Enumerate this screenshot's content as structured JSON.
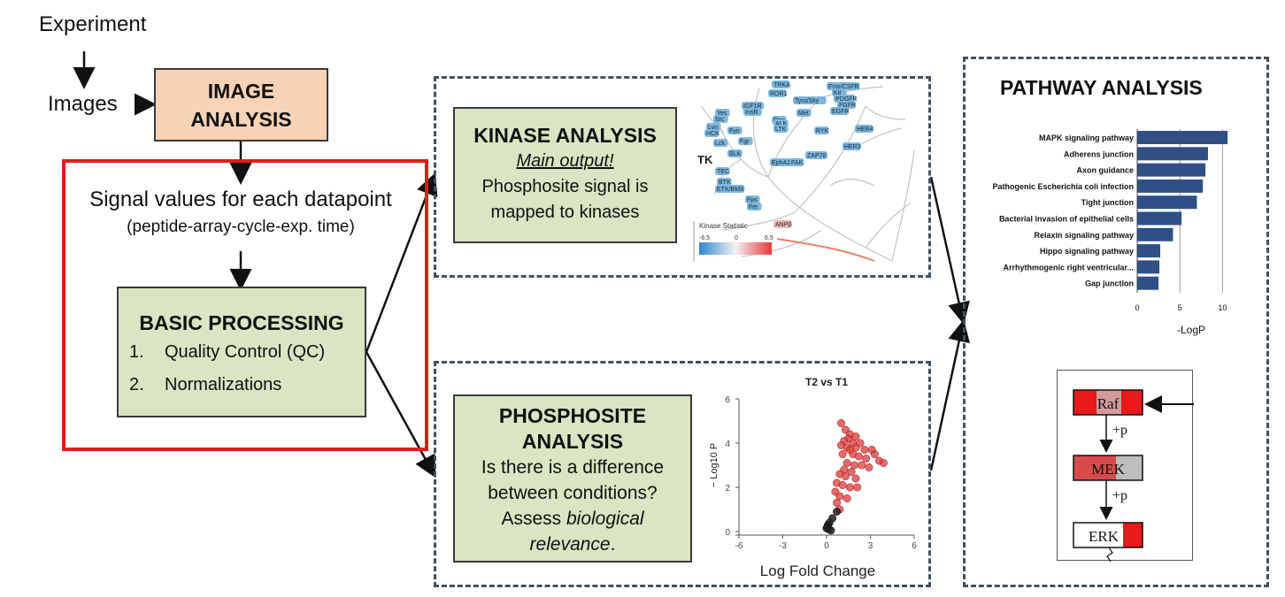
{
  "flow": {
    "experiment": "Experiment",
    "images": "Images",
    "image_analysis_1": "IMAGE",
    "image_analysis_2": "ANALYSIS",
    "signal_1": "Signal values for each datapoint",
    "signal_2": "(peptide-array-cycle-exp. time)",
    "basic_title": "BASIC PROCESSING",
    "basic_item1_num": "1.",
    "basic_item1": "Quality Control (QC)",
    "basic_item2_num": "2.",
    "basic_item2": "Normalizations"
  },
  "kinase": {
    "title": "KINASE ANALYSIS",
    "subtitle": "Main output!",
    "line1": "Phosphosite signal is",
    "line2": "mapped to kinases",
    "tree_group_label": "TK",
    "legend_title": "Kinase Statistic",
    "legend_min": "-6.5",
    "legend_mid": "0",
    "legend_max": "6.5",
    "node_labels": [
      "TRKA",
      "ROR1",
      "Fms/CSFR",
      "Kit",
      "Tyro/Sky",
      "PDGFR",
      "FGFR",
      "EGFR",
      "HER4",
      "HER3",
      "RYK",
      "ZAP70",
      "EphA1",
      "FAK",
      "Yes",
      "Src",
      "Lyn",
      "HCK",
      "Fyn",
      "Lck",
      "Fgr",
      "BLK",
      "TEC",
      "BTK",
      "ETK/BMX",
      "Fps",
      "Fer",
      "ANPβ",
      "IGF1R",
      "InsR",
      "Met",
      "Ron",
      "ALK",
      "LTK"
    ]
  },
  "phospho": {
    "title_1": "PHOSPHOSITE",
    "title_2": "ANALYSIS",
    "line1": "Is there is a difference",
    "line2": "between conditions?",
    "line3_prefix": "Assess ",
    "line3_em": "biological",
    "line4_em": "relevance",
    "line4_suffix": "."
  },
  "pathway": {
    "title": "PATHWAY ANALYSIS",
    "raf": "Raf",
    "mek": "MEK",
    "erk": "ERK",
    "plus_p_1": "+p",
    "plus_p_2": "+p"
  },
  "chart_data": [
    {
      "type": "bar",
      "orientation": "horizontal",
      "categories": [
        "MAPK signaling pathway",
        "Adherens junction",
        "Axon guidance",
        "Pathogenic Escherichia coli infection",
        "Tight junction",
        "Bacterial invasion of epithelial cells",
        "Relaxin signaling pathway",
        "Hippo signaling pathway",
        "Arrhythmogenic right ventricular...",
        "Gap junction"
      ],
      "values": [
        10.6,
        8.3,
        8.0,
        7.7,
        7.0,
        5.2,
        4.2,
        2.7,
        2.6,
        2.5
      ],
      "xlabel": "-LogP",
      "xlim": [
        0,
        11
      ],
      "xticks": [
        0,
        5,
        10
      ],
      "grid": true,
      "color": "#2e5087"
    },
    {
      "type": "scatter",
      "title": "T2 vs T1",
      "xlabel": "Log Fold Change",
      "ylabel": "− Log10 P",
      "xlim": [
        -6,
        6
      ],
      "ylim": [
        0,
        6
      ],
      "xticks": [
        -6,
        -3,
        0,
        3,
        6
      ],
      "yticks": [
        0,
        2,
        4,
        6
      ],
      "series": [
        {
          "color": "#d93a3a",
          "points": [
            [
              1.0,
              4.9
            ],
            [
              1.3,
              4.6
            ],
            [
              1.6,
              4.4
            ],
            [
              2.0,
              4.3
            ],
            [
              1.5,
              4.2
            ],
            [
              1.2,
              4.1
            ],
            [
              1.8,
              4.0
            ],
            [
              2.3,
              4.0
            ],
            [
              1.0,
              3.9
            ],
            [
              1.4,
              3.8
            ],
            [
              2.0,
              3.8
            ],
            [
              1.6,
              3.7
            ],
            [
              2.6,
              3.7
            ],
            [
              3.1,
              3.7
            ],
            [
              3.3,
              3.5
            ],
            [
              1.1,
              3.5
            ],
            [
              1.8,
              3.5
            ],
            [
              2.2,
              3.4
            ],
            [
              2.7,
              3.3
            ],
            [
              3.6,
              3.2
            ],
            [
              3.9,
              3.1
            ],
            [
              1.4,
              3.1
            ],
            [
              1.9,
              3.0
            ],
            [
              2.4,
              3.0
            ],
            [
              2.9,
              2.9
            ],
            [
              1.2,
              2.8
            ],
            [
              1.7,
              2.7
            ],
            [
              0.9,
              2.6
            ],
            [
              1.3,
              2.5
            ],
            [
              2.0,
              2.4
            ],
            [
              0.7,
              2.2
            ],
            [
              1.1,
              2.1
            ],
            [
              1.6,
              2.0
            ],
            [
              2.1,
              2.0
            ],
            [
              0.6,
              1.8
            ],
            [
              0.9,
              1.6
            ],
            [
              1.4,
              1.5
            ],
            [
              0.7,
              1.3
            ],
            [
              0.9,
              1.0
            ]
          ]
        },
        {
          "color": "#222222",
          "points": [
            [
              0.7,
              0.9
            ],
            [
              0.4,
              0.6
            ],
            [
              0.2,
              0.4
            ],
            [
              0.1,
              0.3
            ],
            [
              0.05,
              0.2
            ],
            [
              0.0,
              0.15
            ],
            [
              0.15,
              0.1
            ],
            [
              0.3,
              0.05
            ]
          ]
        }
      ]
    }
  ],
  "colors": {
    "green_box": "#d9e5c3",
    "peach_box": "#f9d3b5",
    "red_frame": "#e31b1b",
    "bar": "#2e5087",
    "dashed_border": "#46505c"
  }
}
